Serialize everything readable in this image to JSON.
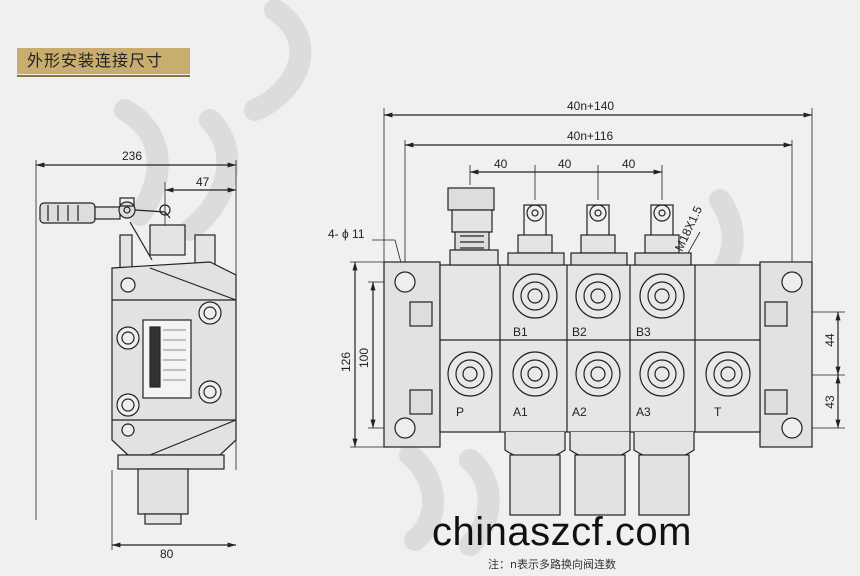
{
  "title": "外形安装连接尺寸",
  "side_view": {
    "width_label": "236",
    "offset_label": "47",
    "base_label": "80"
  },
  "front_view": {
    "total_width_label": "40n+140",
    "inner_width_label": "40n+116",
    "pitch_labels": [
      "40",
      "40",
      "40"
    ],
    "hole_label": "4- ϕ 11",
    "thread_label": "M18X1.5",
    "height_outer_label": "126",
    "height_inner_label": "100",
    "right_upper_label": "44",
    "right_lower_label": "43",
    "port_labels_top": [
      "B1",
      "B2",
      "B3"
    ],
    "port_labels_bottom": [
      "P",
      "A1",
      "A2",
      "A3",
      "T"
    ]
  },
  "watermark": "chinaszcf.com",
  "note": "注：n表示多路换向阀连数"
}
